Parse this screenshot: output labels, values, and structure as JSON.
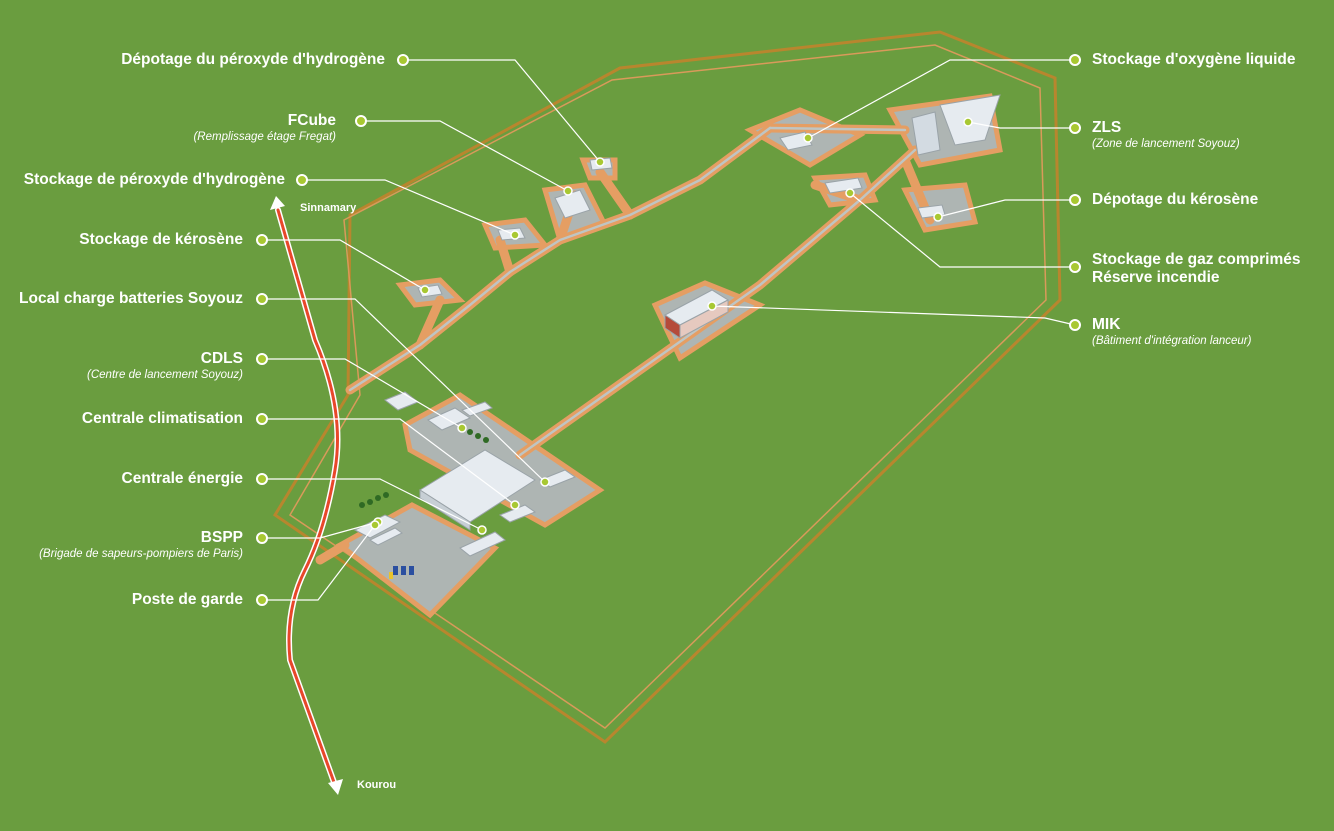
{
  "colors": {
    "background": "#6a9d3f",
    "road": "#e59e63",
    "perimeter": "#b8862e",
    "route": "#e8472a",
    "building": "#e6ebf0",
    "pad": "#aeb5b3",
    "leader": "#ffffff",
    "dot_fill": "#a8c832"
  },
  "directions": {
    "north": "Sinnamary",
    "south": "Kourou"
  },
  "labels_left": [
    {
      "id": "hp-unload",
      "title": "Dépotage du péroxyde d'hydrogène",
      "subtitle": ""
    },
    {
      "id": "fcube",
      "title": "FCube",
      "subtitle": "(Remplissage étage Fregat)"
    },
    {
      "id": "hp-storage",
      "title": "Stockage de péroxyde d'hydrogène",
      "subtitle": ""
    },
    {
      "id": "kero-storage",
      "title": "Stockage de kérosène",
      "subtitle": ""
    },
    {
      "id": "battery",
      "title": "Local charge batteries Soyouz",
      "subtitle": ""
    },
    {
      "id": "cdls",
      "title": "CDLS",
      "subtitle": "(Centre de lancement Soyouz)"
    },
    {
      "id": "hvac",
      "title": "Centrale climatisation",
      "subtitle": ""
    },
    {
      "id": "power",
      "title": "Centrale énergie",
      "subtitle": ""
    },
    {
      "id": "bspp",
      "title": "BSPP",
      "subtitle": "(Brigade de sapeurs-pompiers de Paris)"
    },
    {
      "id": "guard",
      "title": "Poste de garde",
      "subtitle": ""
    }
  ],
  "labels_right": [
    {
      "id": "lox",
      "title": "Stockage d'oxygène liquide",
      "subtitle": ""
    },
    {
      "id": "zls",
      "title": "ZLS",
      "subtitle": "(Zone de lancement Soyouz)"
    },
    {
      "id": "kero-unload",
      "title": "Dépotage du kérosène",
      "subtitle": ""
    },
    {
      "id": "gas",
      "title": "Stockage de gaz comprimés",
      "subtitle": "Réserve incendie",
      "subtitle_bold": true
    },
    {
      "id": "mik",
      "title": "MIK",
      "subtitle": "(Bâtiment d'intégration lanceur)"
    }
  ]
}
